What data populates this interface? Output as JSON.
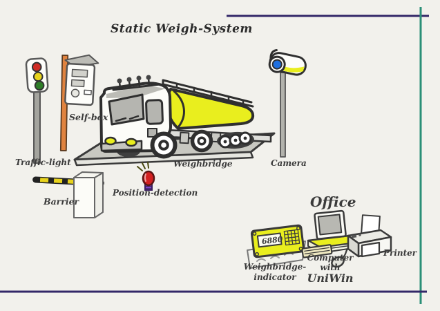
{
  "title": "Static Weigh-System",
  "labels": {
    "traffic_light": "Traffic-light",
    "self_box": "Self-box",
    "weighbridge": "Weighbridge",
    "camera": "Camera",
    "barrier": "Barrier",
    "position_detection": "Position-detection"
  },
  "office": {
    "heading": "Office",
    "indicator_display": "6880",
    "indicator_label_line1": "Weighbridge-",
    "indicator_label_line2": "indicator",
    "computer_label_line1": "Computer with",
    "computer_label_line2": "UniWin",
    "printer_label": "Printer"
  },
  "colors": {
    "background": "#f2f1ec",
    "frame_purple": "#332868",
    "frame_teal": "#2a8f77",
    "highlight_yellow": "#e9ee1e",
    "signal_red": "#cf2b24",
    "signal_yellow": "#e8d31c",
    "signal_green": "#2e7d27",
    "lens_blue": "#1e6fe0",
    "detector_red": "#d32020",
    "detector_purple": "#8a4bd8",
    "pole_orange": "#e0833f",
    "label_ink": "#3b3b3b"
  }
}
